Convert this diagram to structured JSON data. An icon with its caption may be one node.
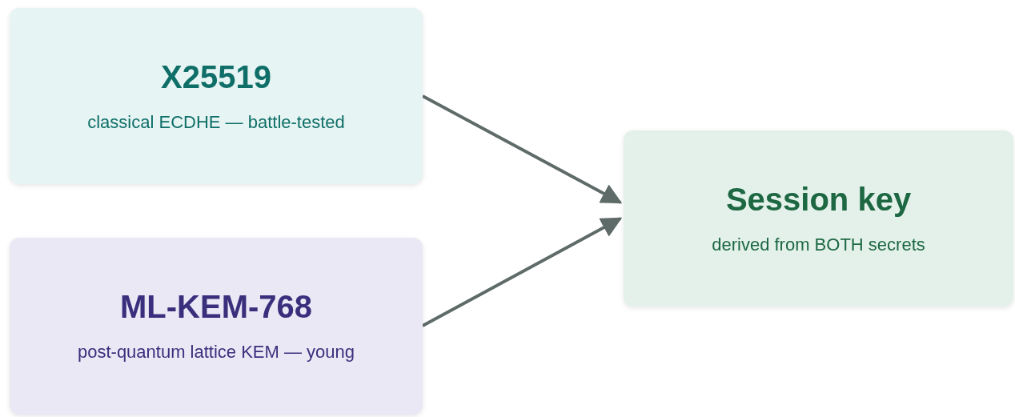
{
  "diagram": {
    "nodes": [
      {
        "text": [
          "X25519",
          "classical ECDHE — battle-tested"
        ]
      },
      {
        "text": [
          "ML-KEM-768",
          "post-quantum lattice KEM — young"
        ]
      },
      {
        "text": [
          "Session key",
          "derived from BOTH secrets"
        ]
      }
    ],
    "edges": [
      {
        "from": 0,
        "to": 2,
        "arrow": "to"
      },
      {
        "from": 1,
        "to": 2,
        "arrow": "to"
      }
    ]
  }
}
